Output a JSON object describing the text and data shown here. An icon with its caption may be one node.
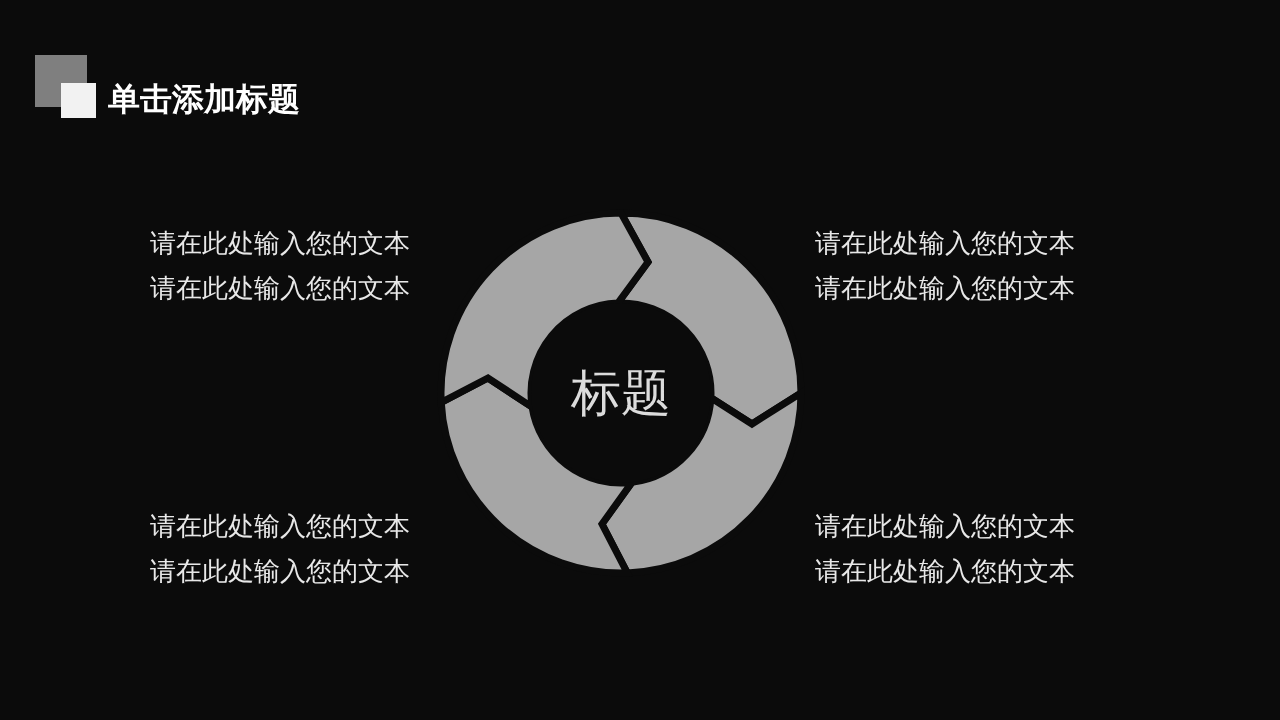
{
  "diagram": {
    "title": "单击添加标题",
    "nodes": [
      {
        "text": [
          "标题"
        ]
      }
    ],
    "labels": [
      "请在此处输入您的文本",
      "请在此处输入您的文本",
      "请在此处输入您的文本",
      "请在此处输入您的文本",
      "请在此处输入您的文本",
      "请在此处输入您的文本",
      "请在此处输入您的文本",
      "请在此处输入您的文本"
    ]
  }
}
